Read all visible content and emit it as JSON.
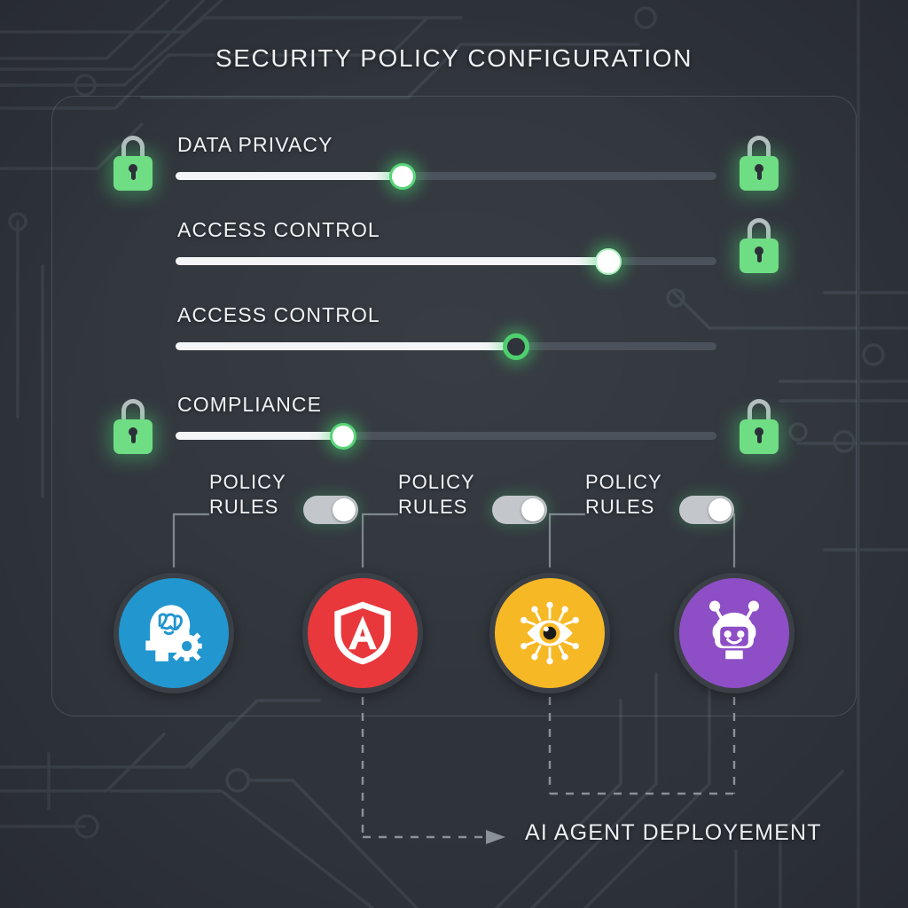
{
  "header": {
    "title": "SECURITY POLICY CONFIGURATION"
  },
  "theme": {
    "background": "#2f343b",
    "panel_border": "#a0acb6",
    "accent_green": "#6fdd84",
    "thumb_green": "#4fd06f",
    "track_filled": "#f3f5f7",
    "track_empty": "#4c525b",
    "toggle_track": "#c3c7cb",
    "text": "#f0f2f5"
  },
  "sliders": [
    {
      "label": "DATA PRIVACY",
      "value": 42,
      "thumb_style": "solid",
      "lock_left": true,
      "lock_right": true,
      "lock_left_name": "lock-icon-data-privacy-left",
      "lock_right_name": "lock-icon-data-privacy-right"
    },
    {
      "label": "ACCESS CONTROL",
      "value": 80,
      "thumb_style": "plain",
      "lock_left": false,
      "lock_right": true,
      "lock_left_name": "",
      "lock_right_name": "lock-icon-access-control-right"
    },
    {
      "label": "ACCESS CONTROL",
      "value": 63,
      "thumb_style": "ring",
      "lock_left": false,
      "lock_right": false,
      "lock_left_name": "",
      "lock_right_name": ""
    },
    {
      "label": "COMPLIANCE",
      "value": 31,
      "thumb_style": "solid",
      "lock_left": true,
      "lock_right": true,
      "lock_left_name": "lock-icon-compliance-left",
      "lock_right_name": "lock-icon-compliance-right"
    }
  ],
  "policy_rules": [
    {
      "line1": "POLICY",
      "line2": "RULES",
      "state": "on"
    },
    {
      "line1": "POLICY",
      "line2": "RULES",
      "state": "on"
    },
    {
      "line1": "POLICY",
      "line2": "RULES",
      "state": "on"
    }
  ],
  "nodes": [
    {
      "icon": "ai-brain-head-icon",
      "color": "#2196cf",
      "name": "node-ai-brain"
    },
    {
      "icon": "shield-a-icon",
      "color": "#e8383c",
      "name": "node-shield-a"
    },
    {
      "icon": "eye-monitoring-icon",
      "color": "#f7b825",
      "name": "node-monitoring-eye"
    },
    {
      "icon": "robot-face-icon",
      "color": "#8e4ec6",
      "name": "node-ai-robot"
    }
  ],
  "footer": {
    "label": "AI AGENT DEPLOYEMENT",
    "arrow": "dashed-arrow-right"
  }
}
